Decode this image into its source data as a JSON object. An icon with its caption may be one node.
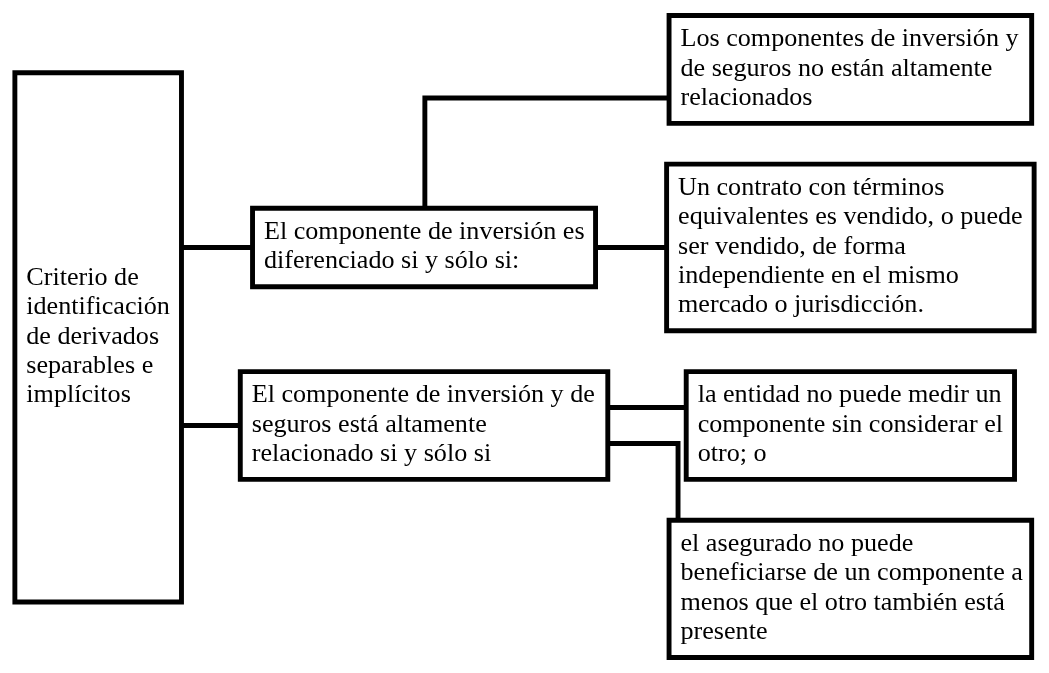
{
  "diagram": {
    "nodes": [
      {
        "text": [
          "Criterio de identificación de derivados separables e implícitos"
        ]
      },
      {
        "text": [
          "El componente de inversión es diferenciado si y sólo si:"
        ]
      },
      {
        "text": [
          "El componente de inversión y de seguros está altamente relacionado si y sólo si"
        ]
      },
      {
        "text": [
          "Los componentes de inversión y de seguros no están altamente relacionados"
        ]
      },
      {
        "text": [
          "Un contrato con términos equivalentes es vendido, o puede ser vendido, de forma independiente en el mismo mercado o jurisdicción."
        ]
      },
      {
        "text": [
          "la entidad no puede medir un componente sin considerar el otro; o"
        ]
      },
      {
        "text": [
          "el asegurado no puede beneficiarse de un componente a menos que el otro también está presente"
        ]
      }
    ],
    "edges": [
      {
        "from": 0,
        "to": 1,
        "arrow": "none"
      },
      {
        "from": 0,
        "to": 2,
        "arrow": "none"
      },
      {
        "from": 1,
        "to": 3,
        "arrow": "none"
      },
      {
        "from": 1,
        "to": 4,
        "arrow": "none"
      },
      {
        "from": 2,
        "to": 5,
        "arrow": "none"
      },
      {
        "from": 2,
        "to": 6,
        "arrow": "none"
      }
    ]
  }
}
